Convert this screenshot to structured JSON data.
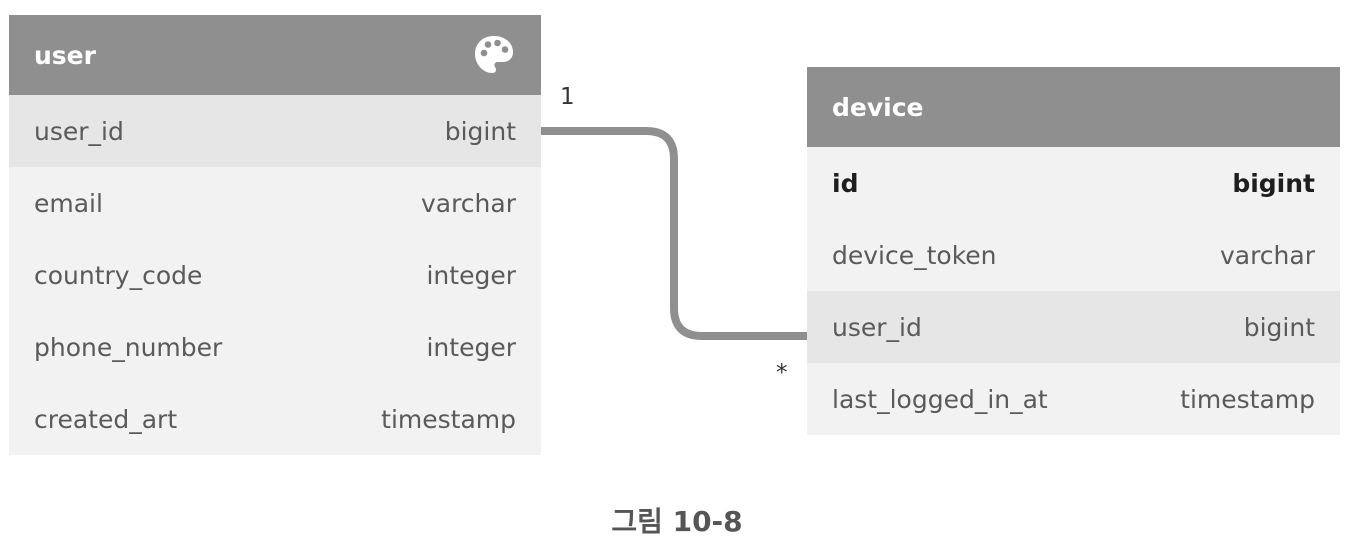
{
  "tables": [
    {
      "name": "user",
      "icon": "palette-icon",
      "columns": [
        {
          "name": "user_id",
          "type": "bigint",
          "highlight": true,
          "primary": false
        },
        {
          "name": "email",
          "type": "varchar",
          "highlight": false,
          "primary": false
        },
        {
          "name": "country_code",
          "type": "integer",
          "highlight": false,
          "primary": false
        },
        {
          "name": "phone_number",
          "type": "integer",
          "highlight": false,
          "primary": false
        },
        {
          "name": "created_art",
          "type": "timestamp",
          "highlight": false,
          "primary": false
        }
      ]
    },
    {
      "name": "device",
      "columns": [
        {
          "name": "id",
          "type": "bigint",
          "highlight": false,
          "primary": true
        },
        {
          "name": "device_token",
          "type": "varchar",
          "highlight": false,
          "primary": false
        },
        {
          "name": "user_id",
          "type": "bigint",
          "highlight": true,
          "primary": false
        },
        {
          "name": "last_logged_in_at",
          "type": "timestamp",
          "highlight": false,
          "primary": false
        }
      ]
    }
  ],
  "relationship": {
    "from": "user.user_id",
    "to": "device.user_id",
    "from_cardinality": "1",
    "to_cardinality": "*"
  },
  "caption": "그림 10-8",
  "colors": {
    "header": "#8f8f8f",
    "row": "#f2f2f2",
    "highlight_row": "#e6e6e6",
    "connector": "#8f8f8f"
  }
}
